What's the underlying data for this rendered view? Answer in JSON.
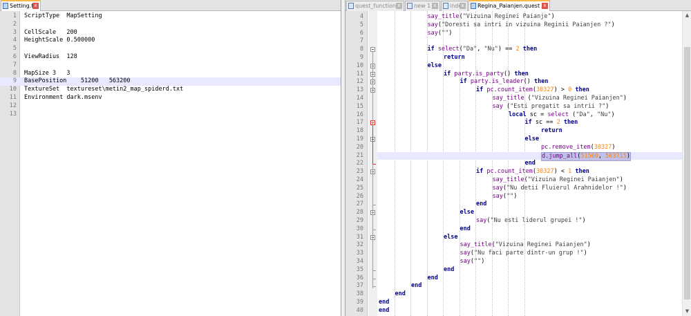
{
  "left_tabs": [
    {
      "label": "Setting.txt",
      "active": true
    }
  ],
  "right_tabs": [
    {
      "label": "quest_functions",
      "active": false
    },
    {
      "label": "new 1",
      "active": false
    },
    {
      "label": "index",
      "active": false
    },
    {
      "label": "Regina_Paianjen.quest",
      "active": true
    }
  ],
  "close_glyph": "x",
  "left_editor": {
    "lines": [
      {
        "n": "1",
        "text": "ScriptType  MapSetting"
      },
      {
        "n": "2",
        "text": ""
      },
      {
        "n": "3",
        "text": "CellScale   200"
      },
      {
        "n": "4",
        "text": "HeightScale 0.500000"
      },
      {
        "n": "5",
        "text": ""
      },
      {
        "n": "6",
        "text": "ViewRadius  128"
      },
      {
        "n": "7",
        "text": ""
      },
      {
        "n": "8",
        "text": "MapSize 3   3"
      },
      {
        "n": "9",
        "text": "BasePosition    51200   563200"
      },
      {
        "n": "10",
        "text": "TextureSet  textureset\\metin2_map_spiderd.txt"
      },
      {
        "n": "11",
        "text": "Environment dark.msenv"
      },
      {
        "n": "12",
        "text": ""
      },
      {
        "n": "13",
        "text": ""
      }
    ],
    "highlight_line": "9"
  },
  "right_editor": {
    "lines": [
      {
        "n": "4",
        "indent": 3,
        "tokens": [
          [
            "fn",
            "say_title"
          ],
          [
            "",
            "("
          ],
          [
            "st",
            "\"Vizuina Reginei Paianje\""
          ],
          [
            "",
            ")"
          ]
        ]
      },
      {
        "n": "5",
        "indent": 3,
        "tokens": [
          [
            "fn",
            "say"
          ],
          [
            "",
            "("
          ],
          [
            "st",
            "\"Doresti sa intri in vizuina Reginii Paianjen ?\""
          ],
          [
            "",
            ")"
          ]
        ]
      },
      {
        "n": "6",
        "indent": 3,
        "tokens": [
          [
            "fn",
            "say"
          ],
          [
            "",
            "("
          ],
          [
            "st",
            "\"\""
          ],
          [
            "",
            ")"
          ]
        ]
      },
      {
        "n": "7",
        "indent": 0,
        "tokens": []
      },
      {
        "n": "8",
        "indent": 3,
        "tokens": [
          [
            "kw",
            "if "
          ],
          [
            "fn",
            "select"
          ],
          [
            "",
            "("
          ],
          [
            "st",
            "\"Da\""
          ],
          [
            "",
            ", "
          ],
          [
            "st",
            "\"Nu\""
          ],
          [
            "",
            ") == "
          ],
          [
            "nm",
            "2"
          ],
          [
            "kw",
            " then"
          ]
        ]
      },
      {
        "n": "9",
        "indent": 4,
        "tokens": [
          [
            "kw",
            "return"
          ]
        ]
      },
      {
        "n": "10",
        "indent": 3,
        "tokens": [
          [
            "kw",
            "else"
          ]
        ]
      },
      {
        "n": "11",
        "indent": 4,
        "tokens": [
          [
            "kw",
            "if "
          ],
          [
            "fn",
            "party.is_party"
          ],
          [
            "",
            "() "
          ],
          [
            "kw",
            "then"
          ]
        ]
      },
      {
        "n": "12",
        "indent": 5,
        "tokens": [
          [
            "kw",
            "if "
          ],
          [
            "fn",
            "party.is_leader"
          ],
          [
            "",
            "() "
          ],
          [
            "kw",
            "then"
          ]
        ]
      },
      {
        "n": "13",
        "indent": 6,
        "tokens": [
          [
            "kw",
            "if "
          ],
          [
            "fn",
            "pc.count_item"
          ],
          [
            "",
            "("
          ],
          [
            "nm",
            "30327"
          ],
          [
            "",
            ") > "
          ],
          [
            "nm",
            "0"
          ],
          [
            "kw",
            " then"
          ]
        ]
      },
      {
        "n": "14",
        "indent": 7,
        "tokens": [
          [
            "fn",
            "say_title"
          ],
          [
            "",
            " ("
          ],
          [
            "st",
            "\"Vizuina Reginei Paianjen\""
          ],
          [
            "",
            ")"
          ]
        ]
      },
      {
        "n": "15",
        "indent": 7,
        "tokens": [
          [
            "fn",
            "say"
          ],
          [
            "",
            " ("
          ],
          [
            "st",
            "\"Esti pregatit sa intrii ?\""
          ],
          [
            "",
            ")"
          ]
        ]
      },
      {
        "n": "16",
        "indent": 8,
        "tokens": [
          [
            "kw",
            "local "
          ],
          [
            "",
            "sc = "
          ],
          [
            "fn",
            "select"
          ],
          [
            "",
            " ("
          ],
          [
            "st",
            "\"Da\""
          ],
          [
            "",
            ", "
          ],
          [
            "st",
            "\"Nu\""
          ],
          [
            "",
            ")"
          ]
        ]
      },
      {
        "n": "17",
        "indent": 9,
        "tokens": [
          [
            "kw",
            "if "
          ],
          [
            "",
            "sc == "
          ],
          [
            "nm",
            "2"
          ],
          [
            "kw",
            " then"
          ]
        ]
      },
      {
        "n": "18",
        "indent": 10,
        "tokens": [
          [
            "kw",
            "return"
          ]
        ]
      },
      {
        "n": "19",
        "indent": 9,
        "tokens": [
          [
            "kw",
            "else"
          ]
        ]
      },
      {
        "n": "20",
        "indent": 10,
        "tokens": [
          [
            "fn",
            "pc.remove_item"
          ],
          [
            "",
            "("
          ],
          [
            "nm",
            "30327"
          ],
          [
            "",
            ")"
          ]
        ]
      },
      {
        "n": "21",
        "indent": 10,
        "sel": true,
        "tokens": [
          [
            "fn",
            "d.jump_all"
          ],
          [
            "",
            "("
          ],
          [
            "nm",
            "51560"
          ],
          [
            "",
            ", "
          ],
          [
            "nm",
            "563715"
          ],
          [
            "",
            ")"
          ]
        ]
      },
      {
        "n": "22",
        "indent": 9,
        "tokens": [
          [
            "kw",
            "end"
          ]
        ]
      },
      {
        "n": "23",
        "indent": 6,
        "tokens": [
          [
            "kw",
            "if "
          ],
          [
            "fn",
            "pc.count_item"
          ],
          [
            "",
            "("
          ],
          [
            "nm",
            "30327"
          ],
          [
            "",
            ") < "
          ],
          [
            "nm",
            "1"
          ],
          [
            "kw",
            " then"
          ]
        ]
      },
      {
        "n": "24",
        "indent": 7,
        "tokens": [
          [
            "fn",
            "say_title"
          ],
          [
            "",
            "("
          ],
          [
            "st",
            "\"Vizuina Reginei Paianjen\""
          ],
          [
            "",
            ")"
          ]
        ]
      },
      {
        "n": "25",
        "indent": 7,
        "tokens": [
          [
            "fn",
            "say"
          ],
          [
            "",
            "("
          ],
          [
            "st",
            "\"Nu detii Fluierul Arahnidelor !\""
          ],
          [
            "",
            ")"
          ]
        ]
      },
      {
        "n": "26",
        "indent": 7,
        "tokens": [
          [
            "fn",
            "say"
          ],
          [
            "",
            "("
          ],
          [
            "st",
            "\"\""
          ],
          [
            "",
            ")"
          ]
        ]
      },
      {
        "n": "27",
        "indent": 6,
        "tokens": [
          [
            "kw",
            "end"
          ]
        ]
      },
      {
        "n": "28",
        "indent": 5,
        "tokens": [
          [
            "kw",
            "else"
          ]
        ]
      },
      {
        "n": "29",
        "indent": 6,
        "tokens": [
          [
            "fn",
            "say"
          ],
          [
            "",
            "("
          ],
          [
            "st",
            "\"Nu esti liderul grupei !\""
          ],
          [
            "",
            ")"
          ]
        ]
      },
      {
        "n": "30",
        "indent": 5,
        "tokens": [
          [
            "kw",
            "end"
          ]
        ]
      },
      {
        "n": "31",
        "indent": 4,
        "tokens": [
          [
            "kw",
            "else"
          ]
        ]
      },
      {
        "n": "32",
        "indent": 5,
        "tokens": [
          [
            "fn",
            "say_title"
          ],
          [
            "",
            "("
          ],
          [
            "st",
            "\"Vizuina Reginei Paianjen\""
          ],
          [
            "",
            ")"
          ]
        ]
      },
      {
        "n": "33",
        "indent": 5,
        "tokens": [
          [
            "fn",
            "say"
          ],
          [
            "",
            "("
          ],
          [
            "st",
            "\"Nu faci parte dintr-un grup !\""
          ],
          [
            "",
            ")"
          ]
        ]
      },
      {
        "n": "34",
        "indent": 5,
        "tokens": [
          [
            "fn",
            "say"
          ],
          [
            "",
            "("
          ],
          [
            "st",
            "\"\""
          ],
          [
            "",
            ")"
          ]
        ]
      },
      {
        "n": "35",
        "indent": 4,
        "tokens": [
          [
            "kw",
            "end"
          ]
        ]
      },
      {
        "n": "36",
        "indent": 3,
        "tokens": [
          [
            "kw",
            "end"
          ]
        ]
      },
      {
        "n": "37",
        "indent": 2,
        "tokens": [
          [
            "kw",
            "end"
          ]
        ]
      },
      {
        "n": "38",
        "indent": 1,
        "tokens": [
          [
            "kw",
            "end"
          ]
        ]
      },
      {
        "n": "39",
        "indent": 0,
        "tokens": [
          [
            "kw",
            "end"
          ]
        ]
      },
      {
        "n": "40",
        "indent": 0,
        "tokens": [
          [
            "kw",
            "end"
          ]
        ]
      }
    ],
    "highlight_line": "21",
    "fold_lines": [
      "8",
      "10",
      "11",
      "12",
      "13",
      "17",
      "19",
      "23",
      "28",
      "31"
    ],
    "red_fold_line": "17"
  },
  "colors": {
    "active_tab_accent": "#fab846",
    "keyword": "#00008b",
    "function": "#7a008b",
    "number": "#ff8000",
    "current_line": "#e8e8ff"
  }
}
